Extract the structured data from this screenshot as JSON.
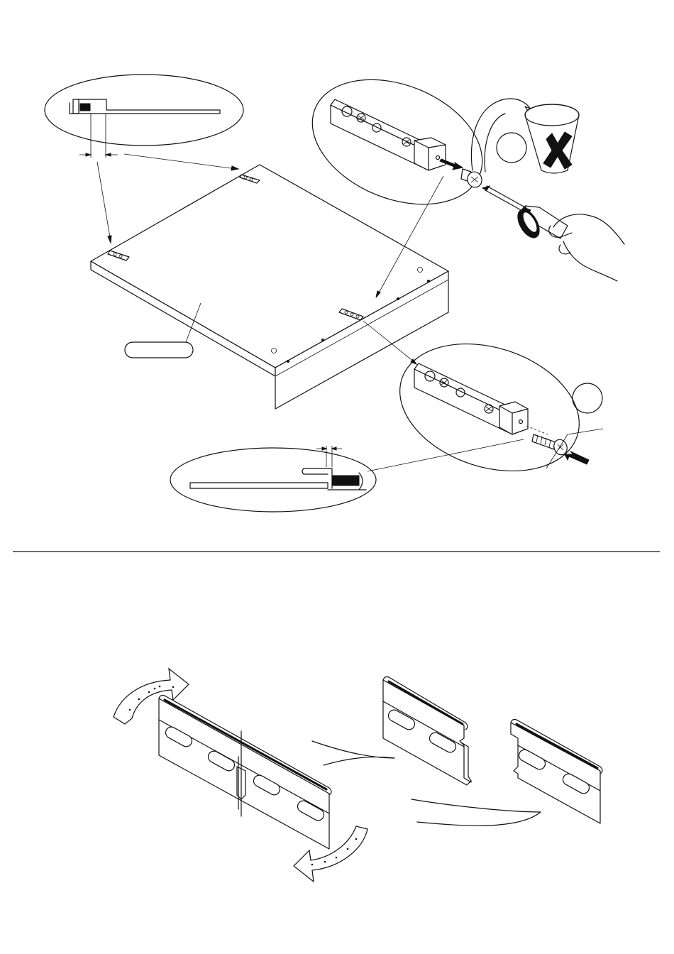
{
  "page": {
    "background": "#ffffff",
    "ink": "#111111"
  },
  "step_top": {
    "parts": [
      "shelf-panel",
      "shelf-support-bracket",
      "bracket-screw",
      "screwdriver",
      "hand",
      "discard-cup"
    ],
    "label_pill_text": "",
    "circle_badge_1_text": "",
    "circle_badge_2_text": ""
  },
  "step_bottom": {
    "parts": [
      "wall-rail-full",
      "wall-rail-left-half",
      "wall-rail-right-half",
      "bend-arrow-top",
      "bend-arrow-bottom"
    ]
  },
  "icons": [
    "cross-mark-icon",
    "insert-arrow-icon",
    "rotate-arrow-icon",
    "bend-arrow-icon"
  ]
}
